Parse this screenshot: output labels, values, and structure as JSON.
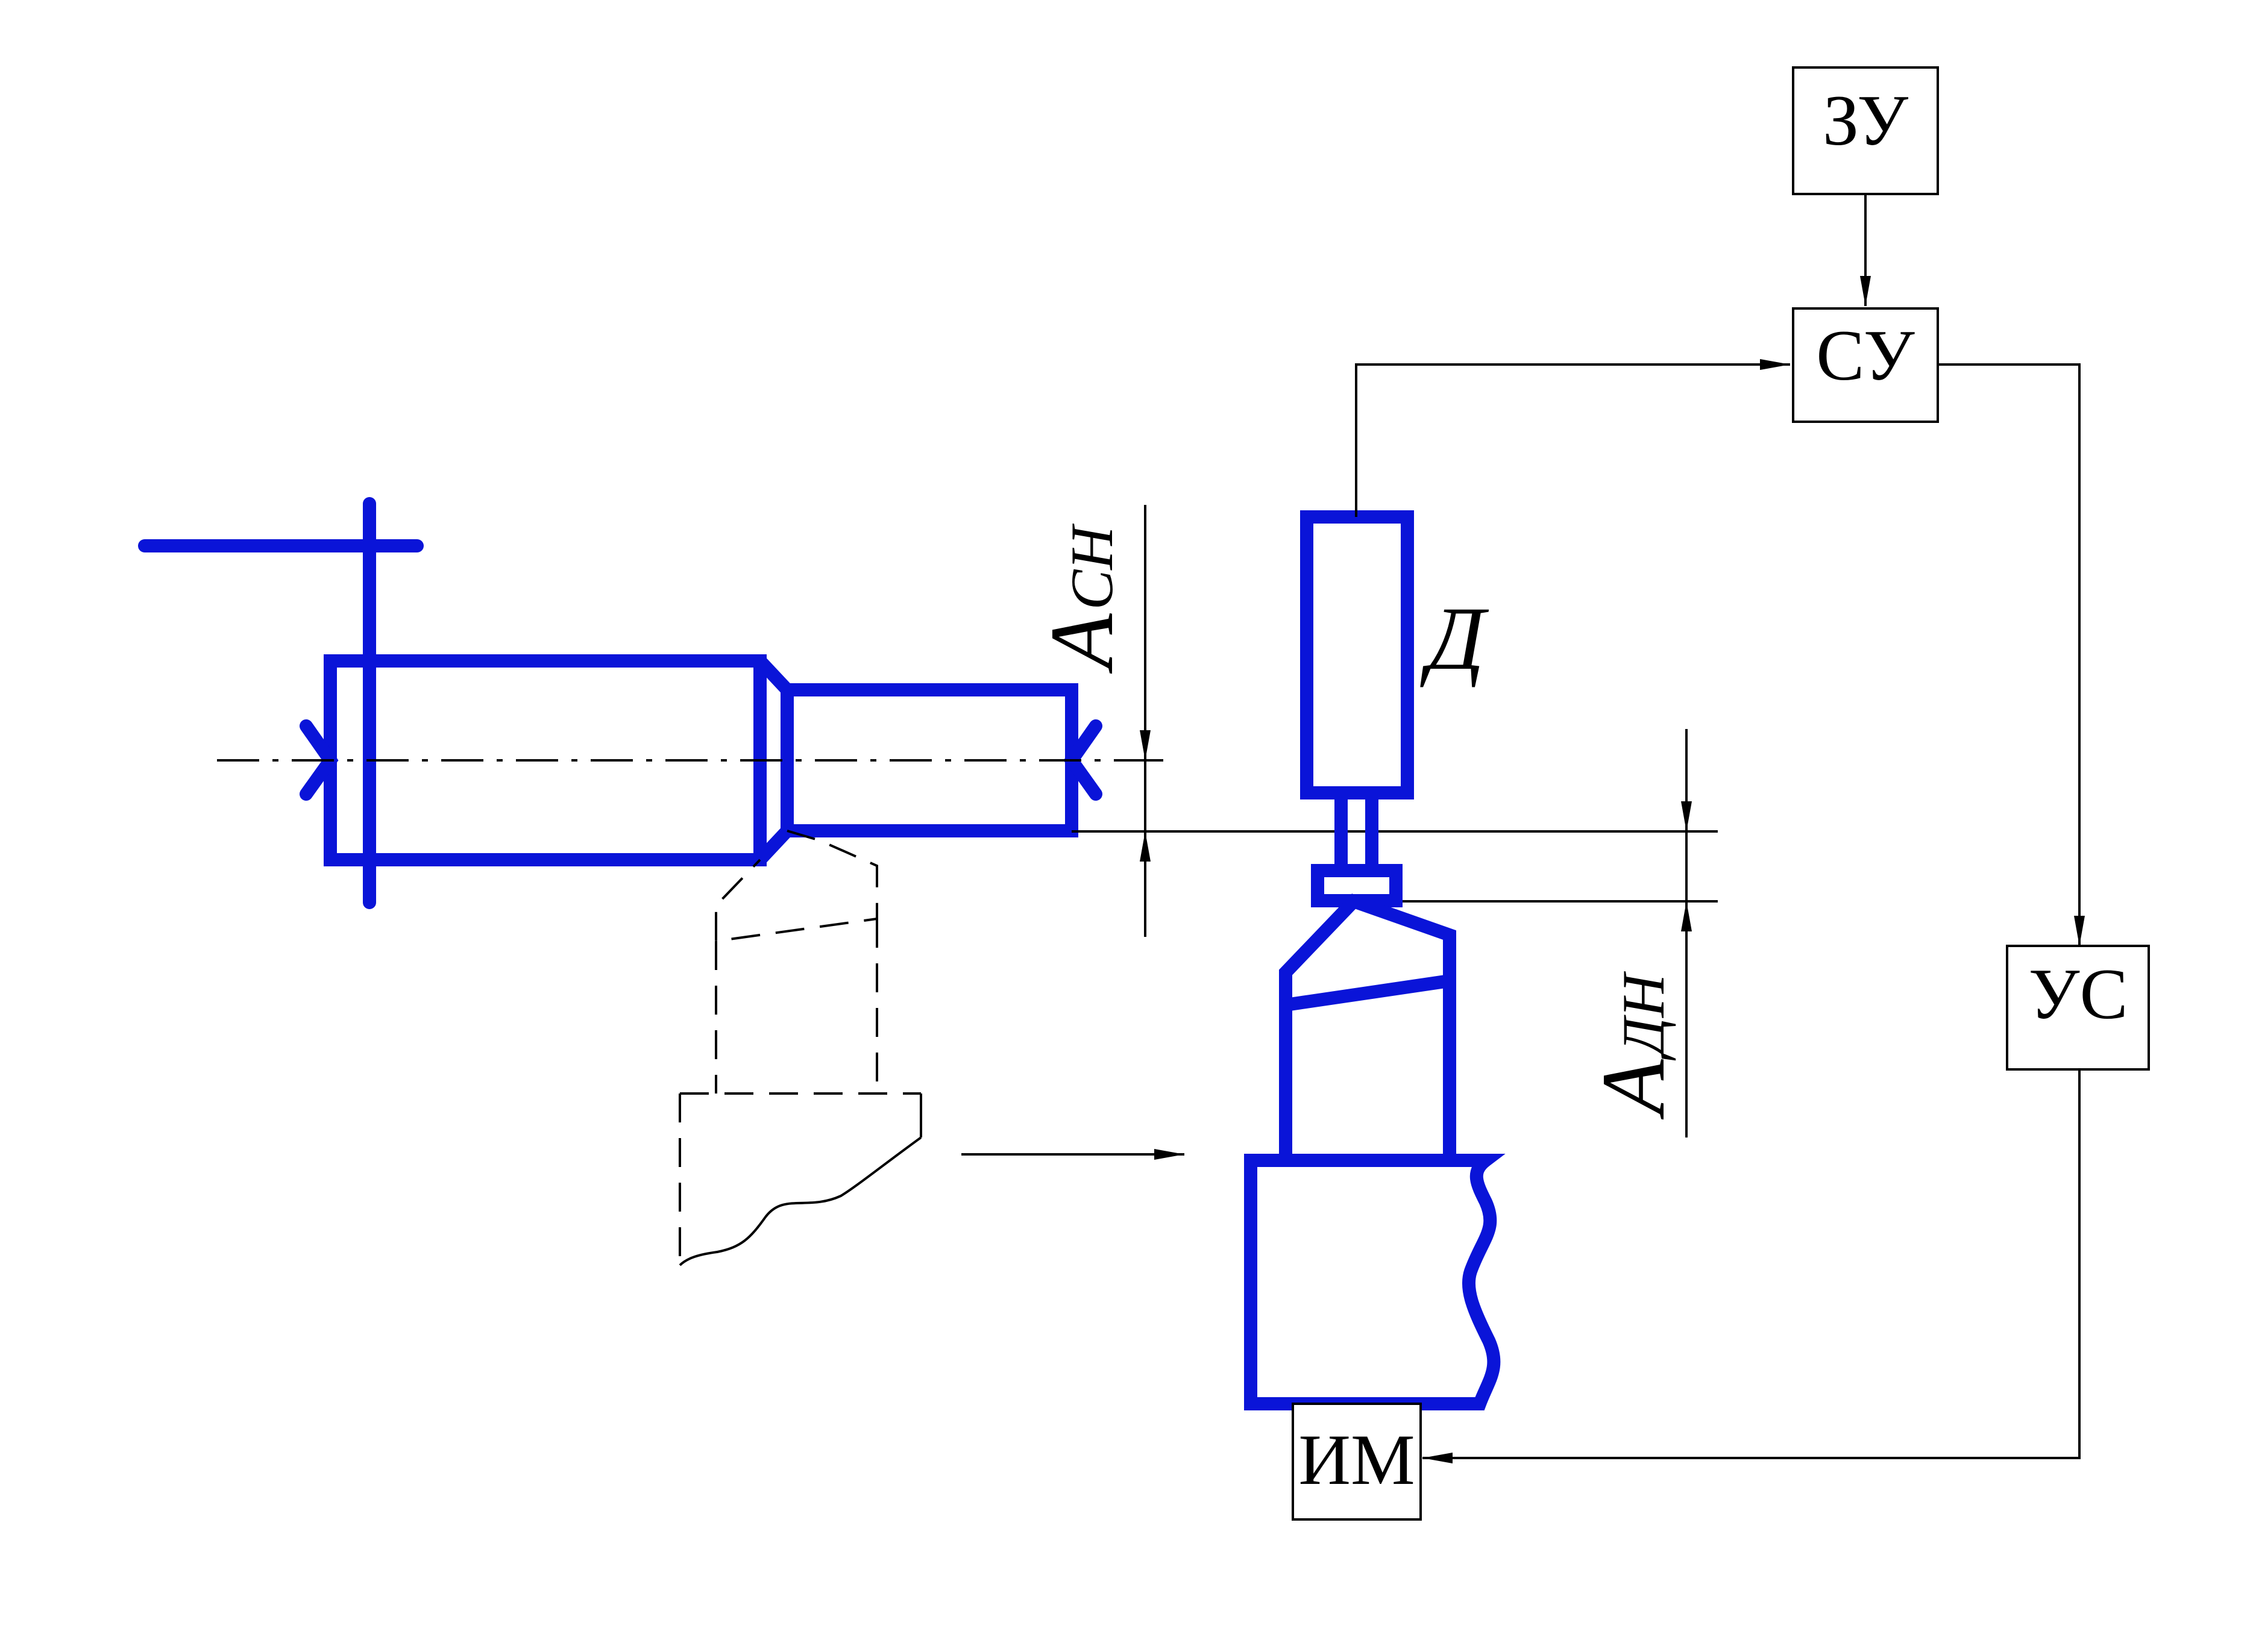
{
  "blocks": {
    "zu": "ЗУ",
    "su": "СУ",
    "us": "УС",
    "im": "ИМ"
  },
  "sensor_label": "Д",
  "dimensions": {
    "a_cn_main": "A",
    "a_cn_sub": "СН",
    "a_dn_main": "A",
    "a_dn_sub": "ДН"
  },
  "colors": {
    "part_outline": "#0a14d8",
    "lines": "#000000"
  }
}
